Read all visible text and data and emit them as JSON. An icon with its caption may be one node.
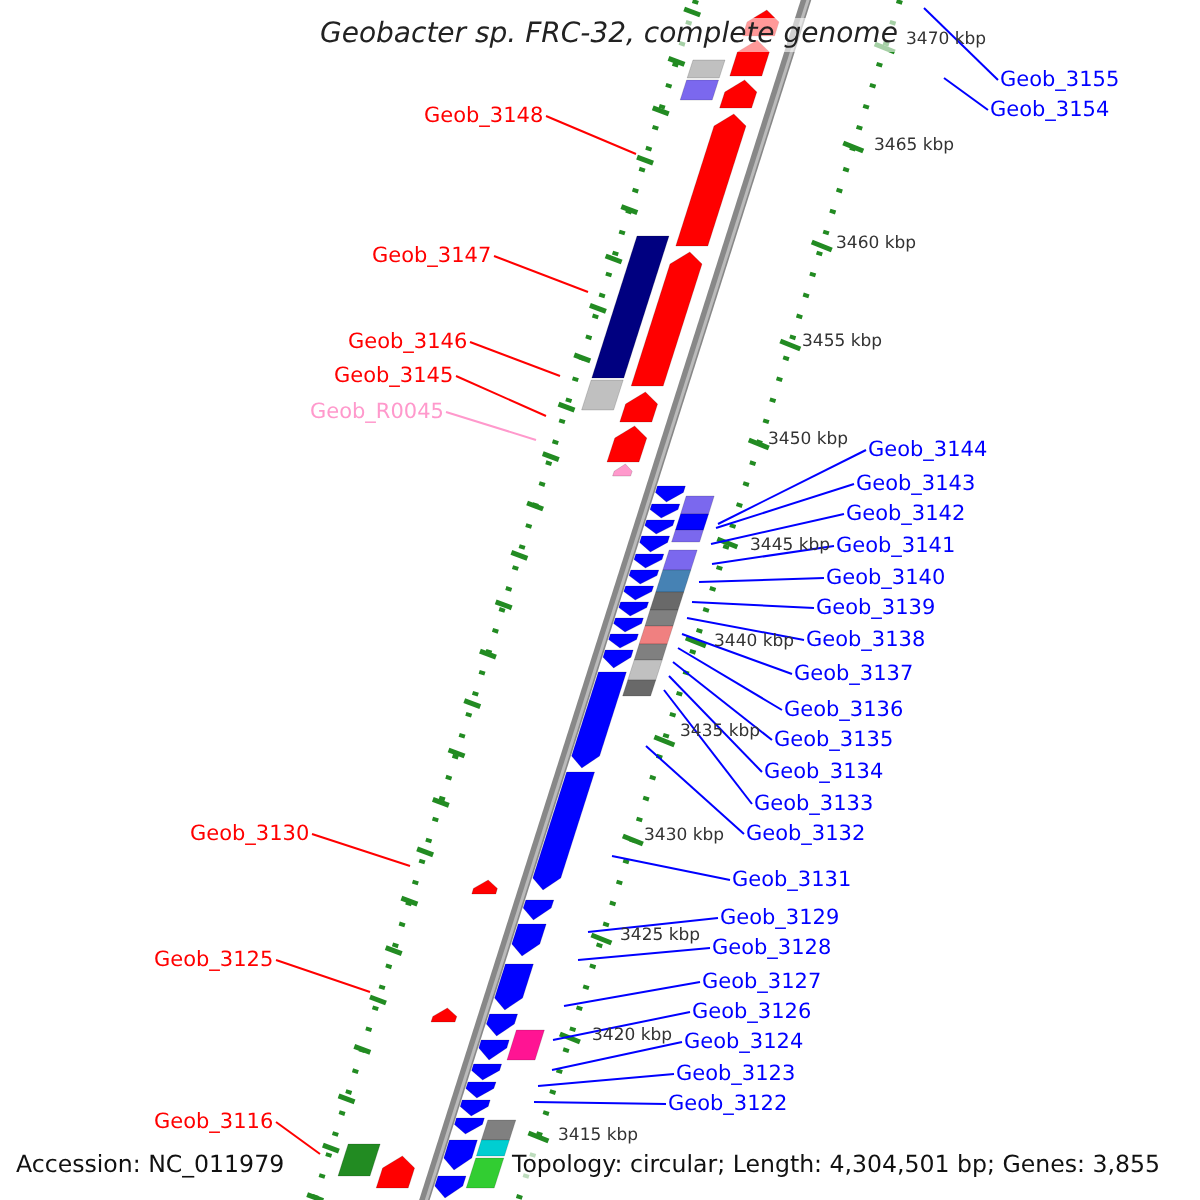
{
  "diagram": {
    "title": "Geobacter sp. FRC-32, complete genome",
    "nodes": [
      {
        "text": [
          "Geob_3155"
        ]
      },
      {
        "text": [
          "Geob_3154"
        ]
      },
      {
        "text": [
          "Geob_3148"
        ]
      },
      {
        "text": [
          "Geob_3147"
        ]
      },
      {
        "text": [
          "Geob_3146"
        ]
      },
      {
        "text": [
          "Geob_3145"
        ]
      },
      {
        "text": [
          "Geob_R0045"
        ]
      },
      {
        "text": [
          "Geob_3144"
        ]
      },
      {
        "text": [
          "Geob_3143"
        ]
      },
      {
        "text": [
          "Geob_3142"
        ]
      },
      {
        "text": [
          "Geob_3141"
        ]
      },
      {
        "text": [
          "Geob_3140"
        ]
      },
      {
        "text": [
          "Geob_3139"
        ]
      },
      {
        "text": [
          "Geob_3138"
        ]
      },
      {
        "text": [
          "Geob_3137"
        ]
      },
      {
        "text": [
          "Geob_3136"
        ]
      },
      {
        "text": [
          "Geob_3135"
        ]
      },
      {
        "text": [
          "Geob_3134"
        ]
      },
      {
        "text": [
          "Geob_3133"
        ]
      },
      {
        "text": [
          "Geob_3132"
        ]
      },
      {
        "text": [
          "Geob_3130"
        ]
      },
      {
        "text": [
          "Geob_3131"
        ]
      },
      {
        "text": [
          "Geob_3129"
        ]
      },
      {
        "text": [
          "Geob_3128"
        ]
      },
      {
        "text": [
          "Geob_3125"
        ]
      },
      {
        "text": [
          "Geob_3127"
        ]
      },
      {
        "text": [
          "Geob_3126"
        ]
      },
      {
        "text": [
          "Geob_3124"
        ]
      },
      {
        "text": [
          "Geob_3123"
        ]
      },
      {
        "text": [
          "Geob_3122"
        ]
      },
      {
        "text": [
          "Geob_3116"
        ]
      }
    ],
    "edges": [
      {
        "from": 0,
        "to": null,
        "arrow": "none"
      },
      {
        "from": 1,
        "to": null,
        "arrow": "none"
      },
      {
        "from": 2,
        "to": null,
        "arrow": "none",
        "color": "#ff0000"
      },
      {
        "from": 3,
        "to": null,
        "arrow": "none",
        "color": "#ff0000"
      },
      {
        "from": 4,
        "to": null,
        "arrow": "none",
        "color": "#ff0000"
      },
      {
        "from": 5,
        "to": null,
        "arrow": "none",
        "color": "#ff0000"
      },
      {
        "from": 6,
        "to": null,
        "arrow": "none",
        "color": "#ff99cc"
      },
      {
        "from": 7,
        "to": null,
        "arrow": "none"
      },
      {
        "from": 8,
        "to": null,
        "arrow": "none"
      },
      {
        "from": 9,
        "to": null,
        "arrow": "none"
      },
      {
        "from": 10,
        "to": null,
        "arrow": "none"
      },
      {
        "from": 11,
        "to": null,
        "arrow": "none"
      },
      {
        "from": 12,
        "to": null,
        "arrow": "none"
      },
      {
        "from": 13,
        "to": null,
        "arrow": "none"
      },
      {
        "from": 14,
        "to": null,
        "arrow": "none"
      },
      {
        "from": 15,
        "to": null,
        "arrow": "none"
      },
      {
        "from": 16,
        "to": null,
        "arrow": "none"
      },
      {
        "from": 17,
        "to": null,
        "arrow": "none"
      },
      {
        "from": 18,
        "to": null,
        "arrow": "none"
      },
      {
        "from": 19,
        "to": null,
        "arrow": "none"
      },
      {
        "from": 20,
        "to": null,
        "arrow": "none",
        "color": "#ff0000"
      },
      {
        "from": 21,
        "to": null,
        "arrow": "none"
      },
      {
        "from": 22,
        "to": null,
        "arrow": "none"
      },
      {
        "from": 23,
        "to": null,
        "arrow": "none"
      },
      {
        "from": 24,
        "to": null,
        "arrow": "none",
        "color": "#ff0000"
      },
      {
        "from": 25,
        "to": null,
        "arrow": "none"
      },
      {
        "from": 26,
        "to": null,
        "arrow": "none"
      },
      {
        "from": 27,
        "to": null,
        "arrow": "none"
      },
      {
        "from": 28,
        "to": null,
        "arrow": "none"
      },
      {
        "from": 29,
        "to": null,
        "arrow": "none"
      },
      {
        "from": 30,
        "to": null,
        "arrow": "none",
        "color": "#ff0000"
      }
    ],
    "labels": [
      "3470 kbp",
      "3465 kbp",
      "3460 kbp",
      "3455 kbp",
      "3450 kbp",
      "3445 kbp",
      "3440 kbp",
      "3435 kbp",
      "3430 kbp",
      "3425 kbp",
      "3420 kbp",
      "3415 kbp",
      "Accession: NC_011979",
      "Topology: circular; Length: 4,304,501 bp; Genes: 3,855"
    ]
  }
}
